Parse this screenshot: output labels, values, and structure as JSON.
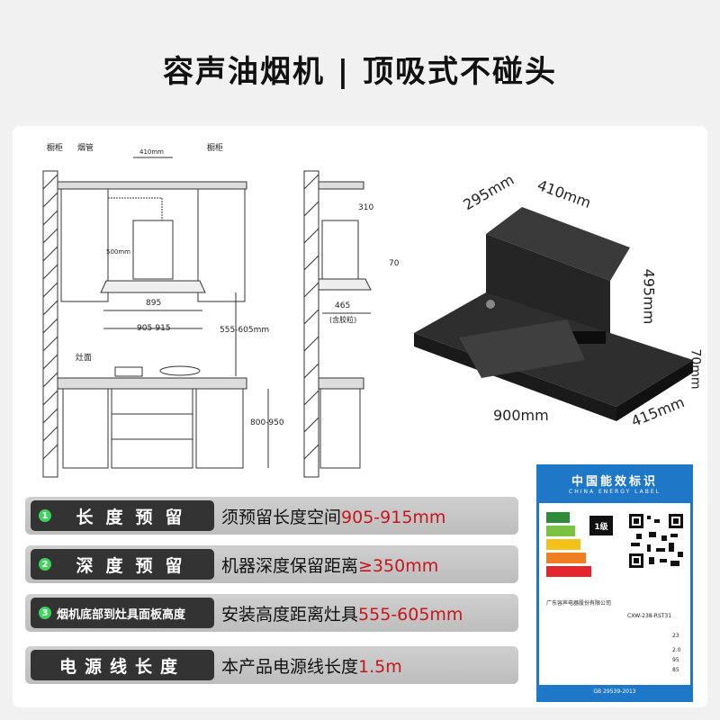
{
  "title": "容声油烟机 | 顶吸式不碰头",
  "drawing": {
    "label_cabinet_left": "橱柜",
    "label_flue": "烟管",
    "label_cabinet_right": "橱柜",
    "label_stove": "灶面",
    "dim_410": "410mm",
    "dim_500": "500mm",
    "dim_895": "895",
    "dim_905_915": "905-915",
    "dim_555_605": "555-605mm",
    "dim_800_950": "800-950",
    "dim_310": "310",
    "dim_70": "70",
    "dim_465": "465",
    "dim_465_note": "(含胶粒)"
  },
  "product": {
    "dim_depth": "295mm",
    "dim_top_width": "410mm",
    "dim_height": "495mm",
    "dim_panel": "70mm",
    "dim_width": "900mm",
    "dim_base_depth": "415mm"
  },
  "specs": [
    {
      "num": "1",
      "label": "长度预留",
      "desc_prefix": "须预留长度空间",
      "desc_value": "905-915mm",
      "style": "wide"
    },
    {
      "num": "2",
      "label": "深度预留",
      "desc_prefix": "机器深度保留距离",
      "desc_value": "≥350mm",
      "style": "wide"
    },
    {
      "num": "3",
      "label": "烟机底部到灶具面板高度",
      "desc_prefix": "安装高度距离灶具",
      "desc_value": "555-605mm",
      "style": "small"
    },
    {
      "num": "",
      "label": "电源线长度",
      "desc_prefix": "本产品电源线长度",
      "desc_value": "1.5m",
      "style": "wide"
    }
  ],
  "energy_label": {
    "title": "中国能效标识",
    "subtitle": "CHINA ENERGY LABEL",
    "grade_text": "1级",
    "manufacturer": "广东容声电器股份有限公司",
    "model": "CXW-238-RST31",
    "value_main": "23",
    "value_1": "2.0",
    "value_2": "95",
    "value_3": "85",
    "standard": "GB 29539-2013",
    "colors": [
      "#2e8b3a",
      "#7cc242",
      "#f2c21b",
      "#ef7d22",
      "#e2262b"
    ]
  }
}
